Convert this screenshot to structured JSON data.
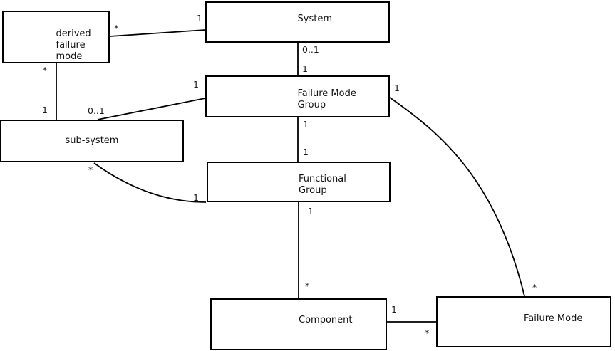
{
  "diagram": {
    "type": "uml-class-diagram",
    "colors": {
      "background": "#ffffff",
      "line": "#000000",
      "text": "#111111"
    },
    "boxes": [
      {
        "id": "derived-failure-mode",
        "label": "derived\nfailure\nmode"
      },
      {
        "id": "system",
        "label": "System"
      },
      {
        "id": "failure-mode-group",
        "label": "Failure Mode\nGroup"
      },
      {
        "id": "sub-system",
        "label": "sub-system"
      },
      {
        "id": "functional-group",
        "label": "Functional\nGroup"
      },
      {
        "id": "component",
        "label": "Component"
      },
      {
        "id": "failure-mode",
        "label": "Failure Mode"
      }
    ],
    "connectors": [
      {
        "from": "derived-failure-mode",
        "to": "system",
        "from_label": "*",
        "to_label": "1"
      },
      {
        "from": "derived-failure-mode",
        "to": "sub-system",
        "from_label": "*",
        "to_label": "1"
      },
      {
        "from": "system",
        "to": "failure-mode-group",
        "from_label": "0..1",
        "to_label": "1"
      },
      {
        "from": "failure-mode-group",
        "to": "sub-system",
        "from_label": "1",
        "to_label": "0..1"
      },
      {
        "from": "failure-mode-group",
        "to": "functional-group",
        "from_label": "1",
        "to_label": "1"
      },
      {
        "from": "functional-group",
        "to": "component",
        "from_label": "1",
        "to_label": "*"
      },
      {
        "from": "sub-system",
        "to": "functional-group",
        "from_label": "*",
        "to_label": "1"
      },
      {
        "from": "failure-mode-group",
        "to": "failure-mode",
        "from_label": "1",
        "to_label": "*"
      },
      {
        "from": "component",
        "to": "failure-mode",
        "from_label": "1",
        "to_label": "*"
      }
    ]
  }
}
